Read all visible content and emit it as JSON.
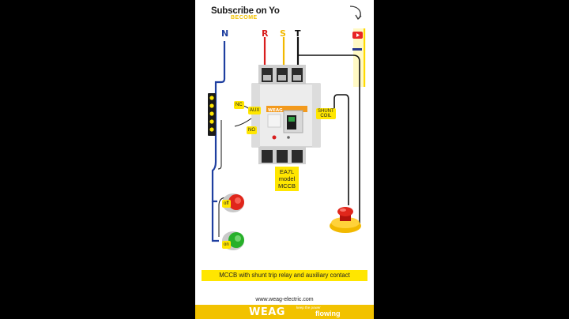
{
  "header": {
    "subscribe_text": "Subscribe on Yo",
    "become_text": "BECOME"
  },
  "phases": [
    "N",
    "R",
    "S",
    "T"
  ],
  "tags": {
    "nc": "NC",
    "aux": "AUX",
    "no": "NO",
    "shunt_line1": "SHUNT",
    "shunt_line2": "COIL",
    "off": "off",
    "on": "on"
  },
  "device": {
    "label_lines": [
      "EA7L",
      "model",
      "MCCB"
    ],
    "brand_on_device": "WEAG"
  },
  "caption": "MCCB with shunt trip relay and auxiliary contact",
  "footer": {
    "url": "www.weag-electric.com",
    "brand": "WEAG",
    "slogan": "keep the power",
    "flowing": "flowing"
  },
  "colors": {
    "neutral_wire": "#1f3fa0",
    "r_phase": "#d81e1e",
    "s_phase": "#f2b900",
    "t_phase": "#111111",
    "accent": "#ffe600",
    "off_button": "#e0261b",
    "on_button": "#27b02a"
  }
}
